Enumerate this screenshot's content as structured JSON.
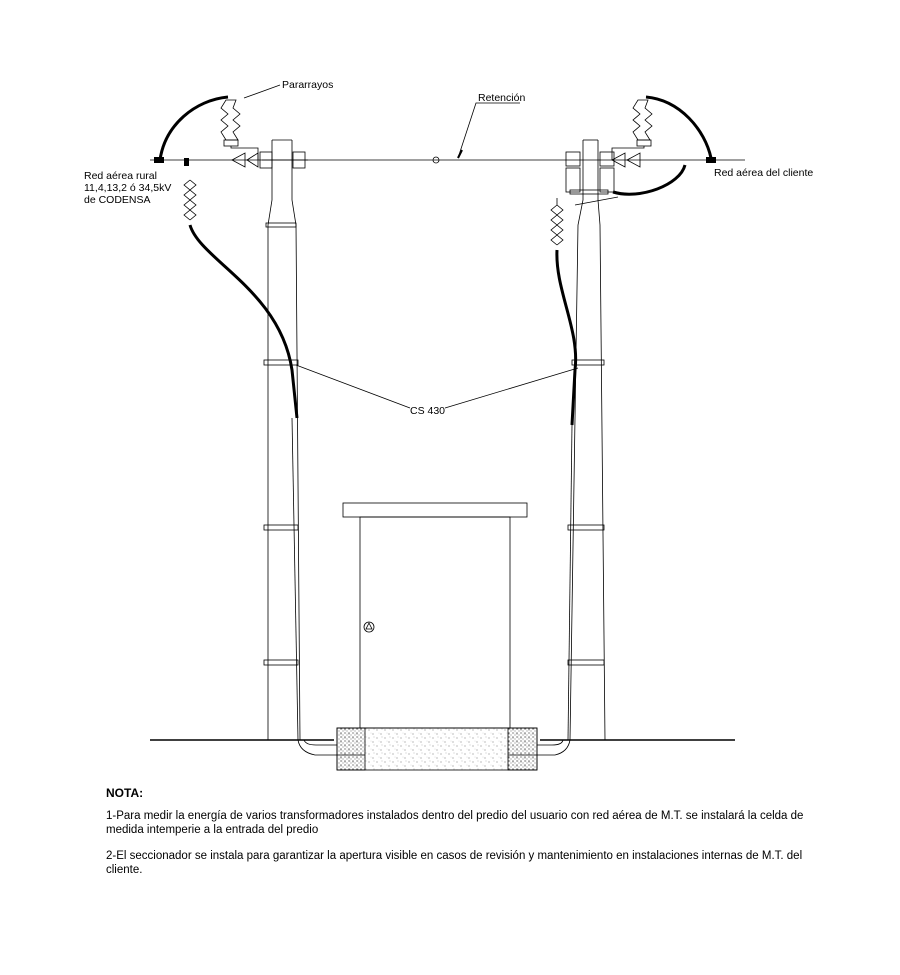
{
  "labels": {
    "pararrayos": "Pararrayos",
    "retencion": "Retención",
    "red_rural_1": "Red aérea rural",
    "red_rural_2": "11,4,13,2 ó 34,5kV",
    "red_rural_3": "de CODENSA",
    "red_cliente": "Red aérea del cliente",
    "cs430": "CS 430"
  },
  "notes": {
    "title": "NOTA:",
    "items": [
      "1-Para medir la energía de varios transformadores instalados dentro del predio del usuario con red aérea de M.T. se instalará la celda de medida intemperie a la entrada del predio",
      "2-El seccionador se instala para garantizar la apertura visible en casos de revisión y mantenimiento en instalaciones internas de M.T. del cliente."
    ]
  }
}
